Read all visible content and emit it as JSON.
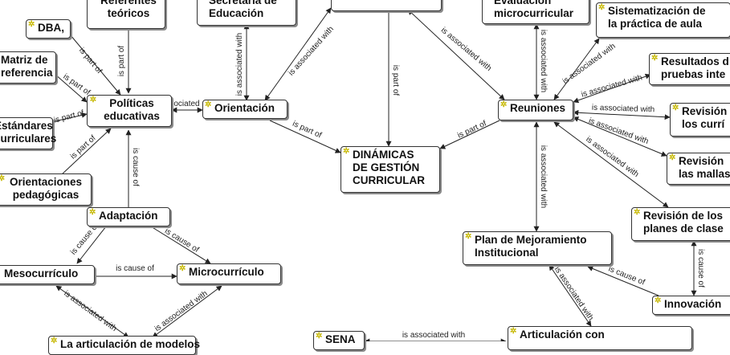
{
  "nodes": {
    "referentes": "Referentes\nteóricos",
    "secretaria": "Secretaría de\nEducación",
    "evaluacion": "Evaluación\nmicrocurricular",
    "sistematizacion": "Sistematización de\nla práctica de aula",
    "dba": "DBA,",
    "matriz": "Matriz de\nreferencia",
    "resultados": "Resultados d\npruebas inte",
    "politicas": "Políticas\neducativas",
    "orientacion": "Orientación",
    "reuniones": "Reuniones",
    "revision_curriculos": "Revisión\nlos currí",
    "estandares": "Estándares\ncurriculares",
    "dinamicas": "DINÁMICAS\nDE GESTIÓN\nCURRICULAR",
    "revision_mallas": "Revisión\nlas mallas",
    "orientaciones_ped": "Orientaciones\npedagógicas",
    "adaptacion": "Adaptación",
    "revision_planes": "Revisión de los\nplanes de clase",
    "plan_mejoramiento": "Plan de Mejoramiento\nInstitucional",
    "mesocurriculo": "Mesocurrículo",
    "microcurriculo": "Microcurrículo",
    "innovacion": "Innovación",
    "sena": "SENA",
    "articulacion": "Articulación con",
    "institucion": "La articulación de modelos"
  },
  "links": {
    "is_part_of": "is part of",
    "is_associated_with": "is associated with",
    "is_cause_of": "is cause of",
    "associated_partial": "sociated"
  },
  "colors": {
    "icon": "#c6b800",
    "border": "#333333",
    "shadow": "#8a8a8a"
  }
}
